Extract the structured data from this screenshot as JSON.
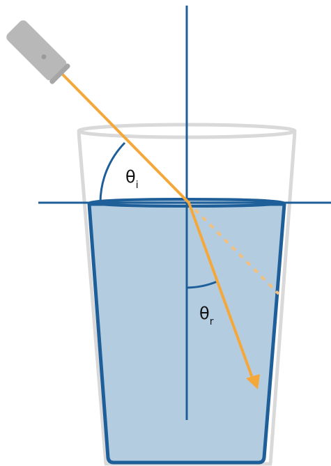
{
  "diagram": {
    "labels": {
      "incidence_angle": {
        "symbol": "θ",
        "subscript": "i"
      },
      "refraction_angle": {
        "symbol": "θ",
        "subscript": "r"
      }
    },
    "colors": {
      "water_fill": "#b4cce0",
      "water_outline": "#1f5f99",
      "axis_lines": "#1f5f99",
      "glass_rim": "#d9d9d9",
      "laser_beam": "#f5a83a",
      "laser_body": "#b8b8b8",
      "background": "#ffffff"
    },
    "icons": {
      "light_source": "laser-pointer-icon",
      "beam_end": "arrowhead-icon"
    }
  }
}
